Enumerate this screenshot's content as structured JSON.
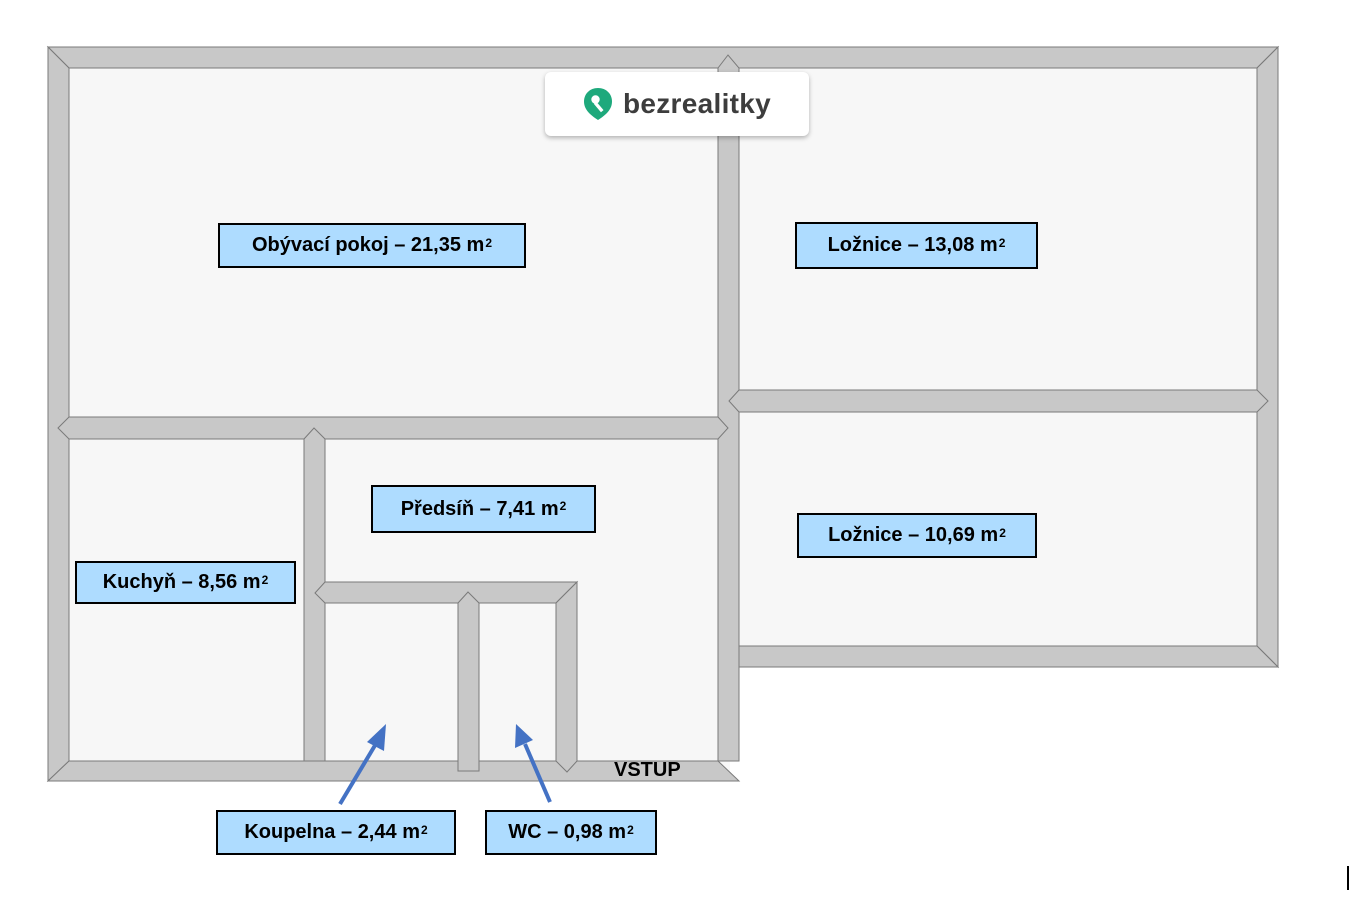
{
  "brand": {
    "name": "bezrealitky",
    "icon": "key-pin-icon",
    "color": "#1ea97c"
  },
  "rooms": {
    "living_room": {
      "name": "Obývací pokoj",
      "area": "21,35",
      "unit": "m"
    },
    "bedroom_1": {
      "name": "Ložnice",
      "area": "13,08",
      "unit": "m"
    },
    "bedroom_2": {
      "name": "Ložnice",
      "area": "10,69",
      "unit": "m"
    },
    "kitchen": {
      "name": "Kuchyň",
      "area": "8,56",
      "unit": "m"
    },
    "hallway": {
      "name": "Předsíň",
      "area": "7,41",
      "unit": "m"
    },
    "bathroom": {
      "name": "Koupelna",
      "area": "2,44",
      "unit": "m"
    },
    "wc": {
      "name": "WC",
      "area": "0,98",
      "unit": "m"
    }
  },
  "separator": "–",
  "unit_exponent": "2",
  "entrance": "VSTUP",
  "colors": {
    "label_fill": "#aedcff",
    "wall": "#c8c8c8",
    "floor": "#f7f7f7",
    "arrow": "#4472c4"
  }
}
